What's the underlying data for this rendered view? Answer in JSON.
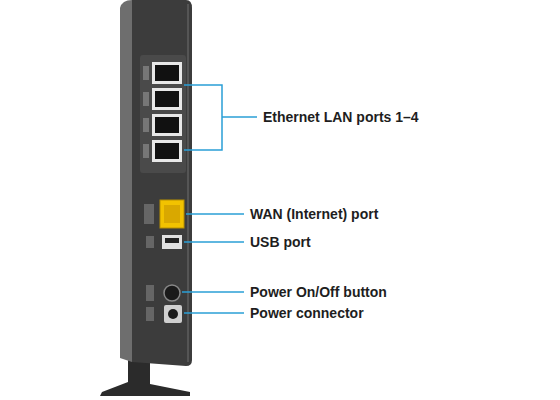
{
  "diagram": {
    "labels": [
      "Ethernet LAN ports 1–4",
      "WAN (Internet) port",
      "USB port",
      "Power On/Off button",
      "Power connector"
    ]
  }
}
